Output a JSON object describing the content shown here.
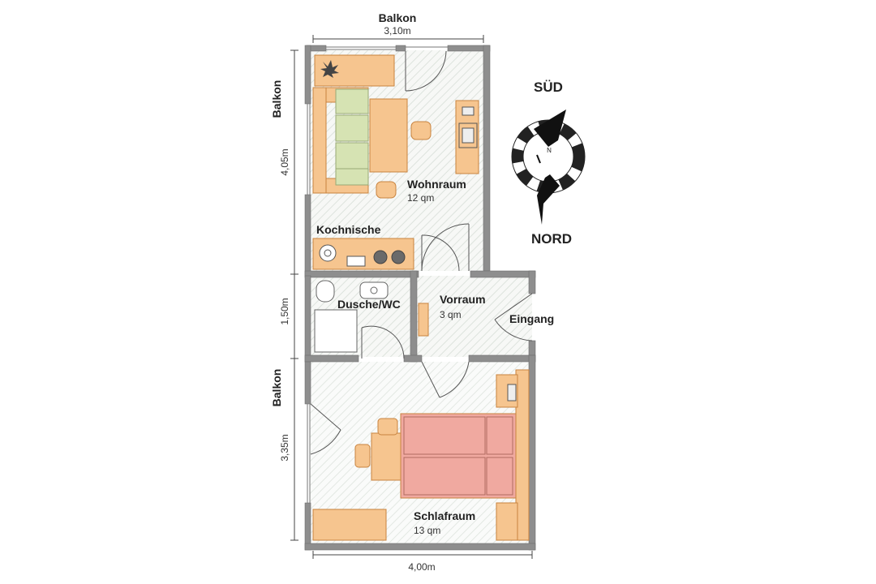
{
  "plan": {
    "balcony_labels": {
      "top": "Balkon",
      "left_upper": "Balkon",
      "left_lower": "Balkon"
    },
    "dimensions": {
      "top_width": "3,10m",
      "left_upper": "4,05m",
      "left_middle": "1,50m",
      "left_lower": "3,35m",
      "bottom_width": "4,00m"
    },
    "rooms": {
      "wohnraum": {
        "name": "Wohnraum",
        "area": "12 qm"
      },
      "kochnische": {
        "name": "Kochnische"
      },
      "dusche": {
        "name": "Dusche/WC"
      },
      "vorraum": {
        "name": "Vorraum",
        "area": "3 qm"
      },
      "eingang": {
        "name": "Eingang"
      },
      "schlafraum": {
        "name": "Schlafraum",
        "area": "13 qm"
      }
    },
    "compass": {
      "top": "SÜD",
      "center": "N",
      "bottom": "NORD"
    },
    "colors": {
      "furniture": "#f6c58f",
      "furniture_stroke": "#c8833f",
      "sofa": "#d6e3b3",
      "bed": "#f0a9a0",
      "wall": "#8a8a8a",
      "floor_hatch": "#e7ebe7"
    }
  }
}
